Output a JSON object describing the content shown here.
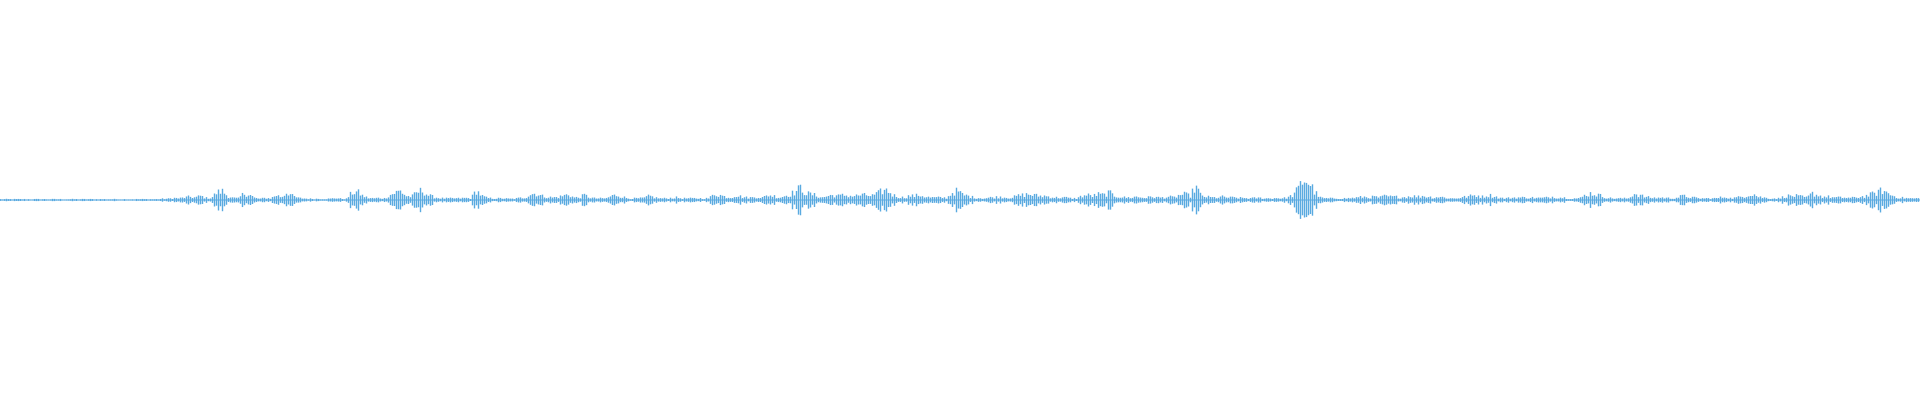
{
  "waveform": {
    "color": "#5aaae0",
    "samples": [
      0.02,
      0.02,
      0.02,
      0.02,
      0.02,
      0.02,
      0.02,
      0.02,
      0.02,
      0.02,
      0.02,
      0.02,
      0.02,
      0.02,
      0.02,
      0.02,
      0.02,
      0.02,
      0.02,
      0.02,
      0.02,
      0.02,
      0.02,
      0.02,
      0.02,
      0.02,
      0.02,
      0.02,
      0.02,
      0.02,
      0.03,
      0.03,
      0.05,
      0.04,
      0.06,
      0.08,
      0.06,
      0.1,
      0.05,
      0.05,
      0.18,
      0.22,
      0.1,
      0.05,
      0.04,
      0.16,
      0.14,
      0.05,
      0.03,
      0.05,
      0.04,
      0.12,
      0.07,
      0.2,
      0.1,
      0.05,
      0.04,
      0.03,
      0.03,
      0.03,
      0.03,
      0.03,
      0.05,
      0.03,
      0.03,
      0.18,
      0.2,
      0.1,
      0.05,
      0.04,
      0.05,
      0.04,
      0.12,
      0.18,
      0.22,
      0.1,
      0.08,
      0.18,
      0.24,
      0.12,
      0.08,
      0.05,
      0.04,
      0.04,
      0.04,
      0.04,
      0.05,
      0.04,
      0.24,
      0.1,
      0.05,
      0.04,
      0.04,
      0.04,
      0.03,
      0.03,
      0.05,
      0.06,
      0.14,
      0.16,
      0.1,
      0.08,
      0.06,
      0.07,
      0.1,
      0.14,
      0.06,
      0.06,
      0.12,
      0.06,
      0.04,
      0.04,
      0.04,
      0.1,
      0.12,
      0.08,
      0.04,
      0.04,
      0.04,
      0.05,
      0.1,
      0.06,
      0.04,
      0.04,
      0.05,
      0.06,
      0.04,
      0.04,
      0.04,
      0.04,
      0.04,
      0.04,
      0.15,
      0.12,
      0.08,
      0.06,
      0.12,
      0.08,
      0.06,
      0.06,
      0.08,
      0.06,
      0.12,
      0.1,
      0.06,
      0.1,
      0.14,
      0.2,
      0.3,
      0.16,
      0.14,
      0.1,
      0.06,
      0.1,
      0.12,
      0.1,
      0.12,
      0.1,
      0.1,
      0.12,
      0.12,
      0.1,
      0.14,
      0.22,
      0.24,
      0.12,
      0.08,
      0.06,
      0.1,
      0.1,
      0.12,
      0.08,
      0.06,
      0.06,
      0.06,
      0.05,
      0.18,
      0.22,
      0.12,
      0.1,
      0.06,
      0.05,
      0.04,
      0.06,
      0.07,
      0.08,
      0.06,
      0.06,
      0.1,
      0.12,
      0.14,
      0.12,
      0.1,
      0.1,
      0.08,
      0.06,
      0.06,
      0.06,
      0.04,
      0.04,
      0.1,
      0.12,
      0.1,
      0.14,
      0.12,
      0.18,
      0.1,
      0.08,
      0.06,
      0.06,
      0.08,
      0.06,
      0.06,
      0.08,
      0.06,
      0.06,
      0.08,
      0.06,
      0.12,
      0.14,
      0.1,
      0.34,
      0.1,
      0.08,
      0.06,
      0.06,
      0.08,
      0.06,
      0.06,
      0.05,
      0.05,
      0.04,
      0.05,
      0.05,
      0.04,
      0.04,
      0.05,
      0.04,
      0.06,
      0.12,
      0.28,
      0.52,
      0.42,
      0.2,
      0.06,
      0.04,
      0.04,
      0.04,
      0.04,
      0.04,
      0.05,
      0.06,
      0.08,
      0.06,
      0.08,
      0.06,
      0.1,
      0.08,
      0.08,
      0.06,
      0.08,
      0.1,
      0.08,
      0.1,
      0.08,
      0.06,
      0.08,
      0.06,
      0.04,
      0.04,
      0.06,
      0.08,
      0.1,
      0.12,
      0.08,
      0.12,
      0.1,
      0.06,
      0.04,
      0.05,
      0.06,
      0.06,
      0.06,
      0.06,
      0.05,
      0.05,
      0.06,
      0.08,
      0.06,
      0.06,
      0.04,
      0.04,
      0.04,
      0.12,
      0.16,
      0.14,
      0.1,
      0.06,
      0.04,
      0.04,
      0.04,
      0.04,
      0.16,
      0.12,
      0.08,
      0.06,
      0.05,
      0.06,
      0.05,
      0.04,
      0.06,
      0.1,
      0.08,
      0.06,
      0.04,
      0.04,
      0.04,
      0.04,
      0.06,
      0.08,
      0.04,
      0.06,
      0.08,
      0.12,
      0.16,
      0.08,
      0.06,
      0.04,
      0.04,
      0.04,
      0.1,
      0.1,
      0.1,
      0.08,
      0.06,
      0.16,
      0.12,
      0.08,
      0.08,
      0.06,
      0.06,
      0.06,
      0.05,
      0.06,
      0.08,
      0.1,
      0.14,
      0.18,
      0.24,
      0.16,
      0.1,
      0.06,
      0.05,
      0.04,
      0.04,
      0.04
    ]
  }
}
